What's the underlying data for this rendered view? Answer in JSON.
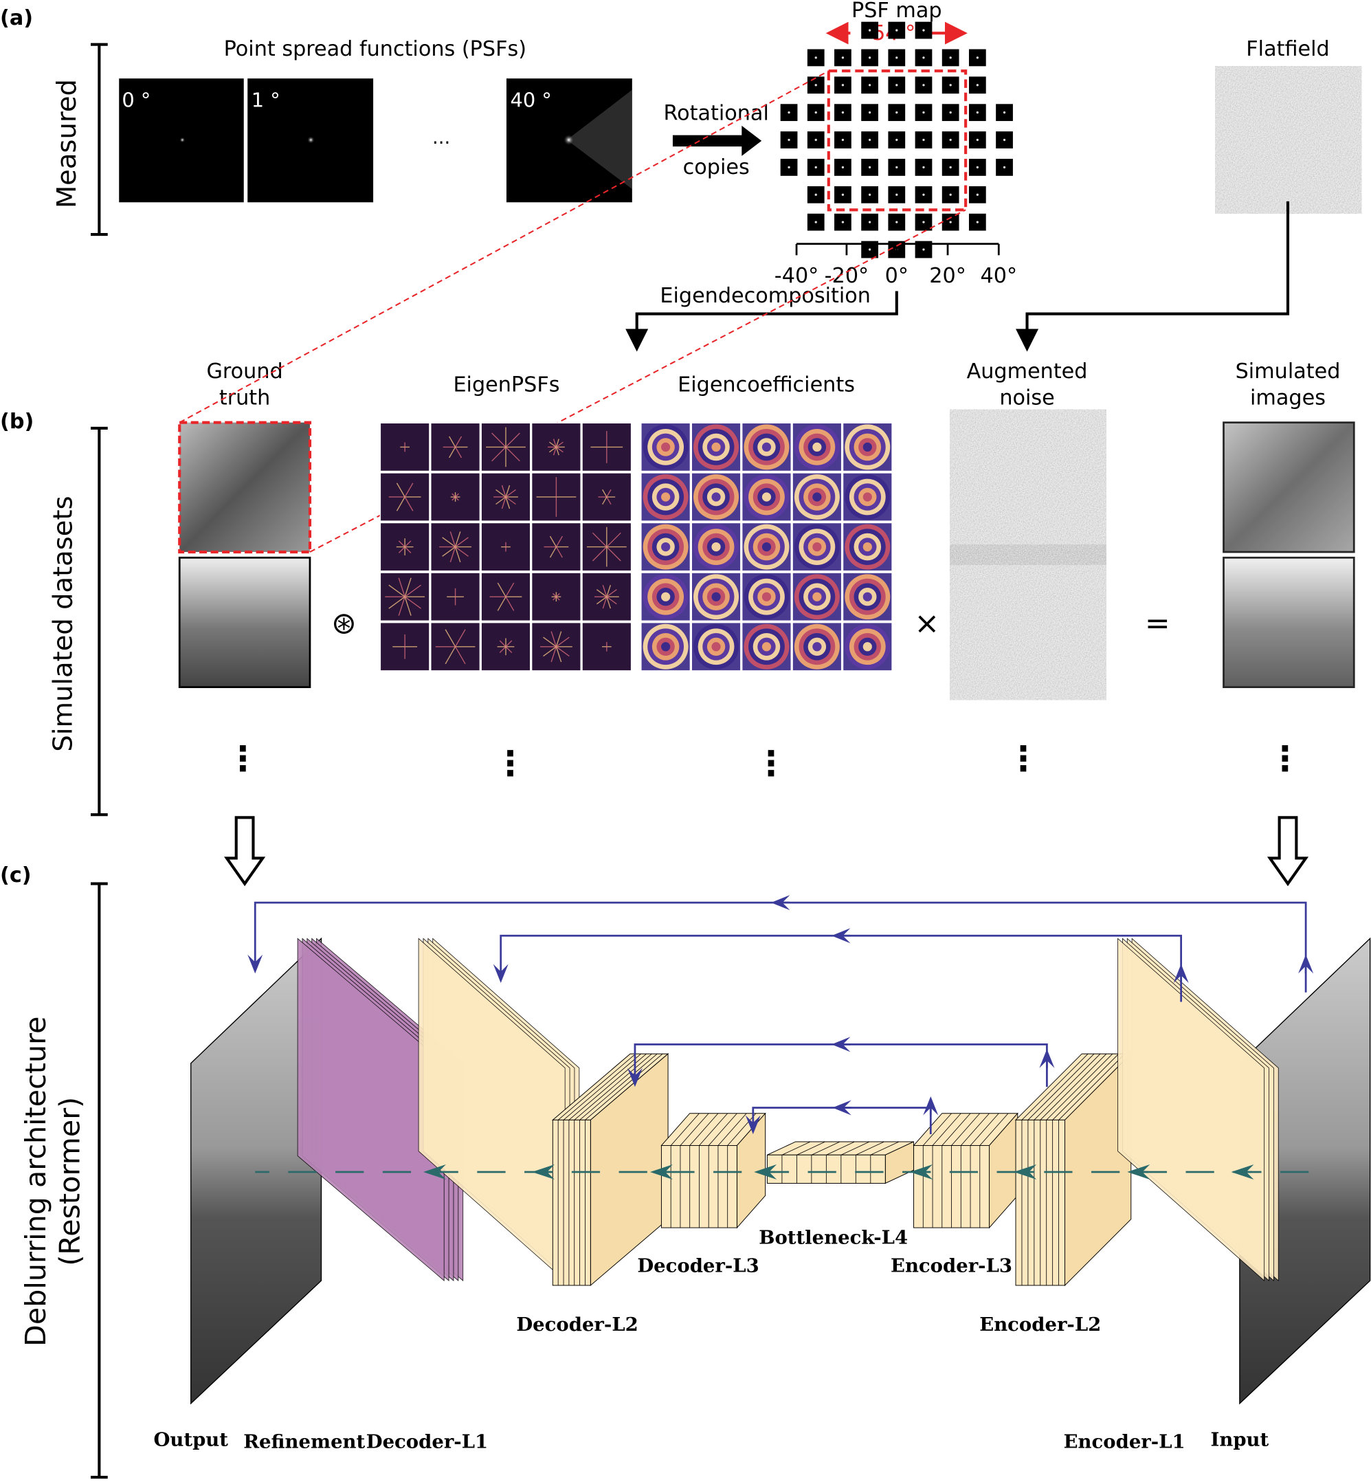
{
  "panels": {
    "a": "(a)",
    "b": "(b)",
    "c": "(c)"
  },
  "sections": {
    "measured": "Measured",
    "simulated": "Simulated datasets",
    "deblur1": "Deblurring architecture",
    "deblur2": "(Restormer)"
  },
  "measured": {
    "psf_title": "Point spread functions (PSFs)",
    "psf_angles": [
      "0 °",
      "1 °",
      "40 °"
    ],
    "ellipsis": "...",
    "rotational": "Rotational",
    "copies": "copies",
    "psf_map_title": "PSF map",
    "psf_map_fov": "54 °",
    "axis_ticks": [
      "-40°",
      "-20°",
      "0°",
      "20°",
      "40°"
    ],
    "eigendecomposition": "Eigendecomposition",
    "flatfield": "Flatfield"
  },
  "simulated": {
    "ground_truth": [
      "Ground",
      "truth"
    ],
    "eigenpsfs": "EigenPSFs",
    "eigencoefficients": "Eigencoefficients",
    "augmented_noise": [
      "Augmented",
      "noise"
    ],
    "simulated_images": [
      "Simulated",
      "images"
    ],
    "op_conv": "⊛",
    "op_mult": "×",
    "op_eq": "=",
    "vdots": "⋮"
  },
  "network": {
    "output": "Output",
    "refinement": "Refinement",
    "decoder_l1": "Decoder-L1",
    "decoder_l2": "Decoder-L2",
    "decoder_l3": "Decoder-L3",
    "bottleneck": "Bottleneck-L4",
    "encoder_l3": "Encoder-L3",
    "encoder_l2": "Encoder-L2",
    "encoder_l1": "Encoder-L1",
    "input": "Input"
  },
  "colors": {
    "red": "#e8262a",
    "blue": "#3a3a9a",
    "teal": "#2a6a6a",
    "yellow": "#fce9c0",
    "purple": "#b985b8"
  }
}
